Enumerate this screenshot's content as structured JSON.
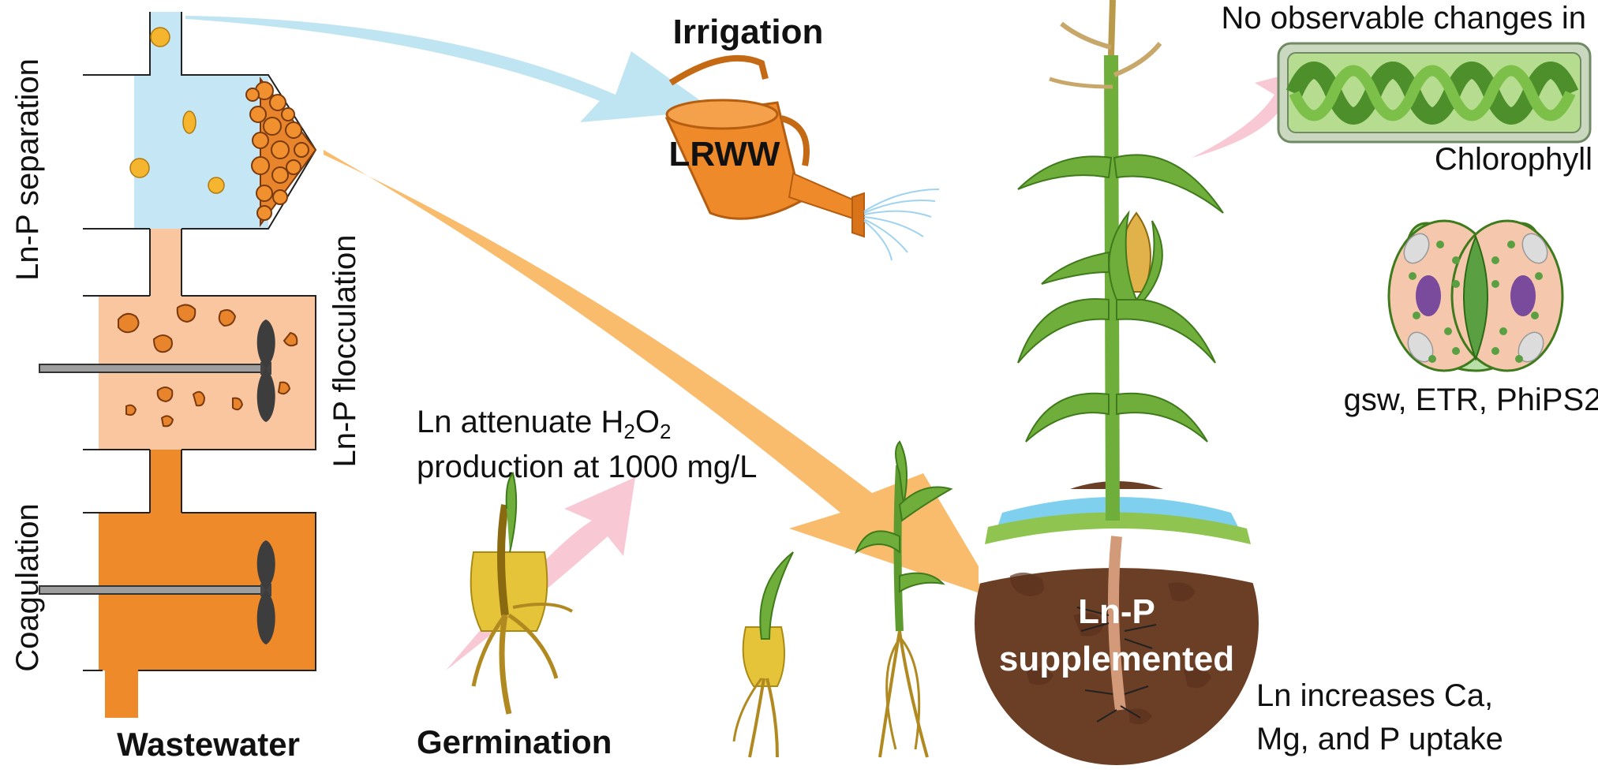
{
  "treatment": {
    "stages": {
      "separation": "Ln-P separation",
      "flocculation": "Ln-P flocculation",
      "coagulation": "Coagulation"
    },
    "source_label": "Wastewater"
  },
  "irrigation": {
    "title": "Irrigation",
    "can_label": "LRWW"
  },
  "germination": {
    "note_line1_prefix": "Ln attenuate H",
    "note_sub1": "2",
    "note_mid": "O",
    "note_sub2": "2",
    "note_line2": "production at 1000 mg/L",
    "title": "Germination"
  },
  "soil": {
    "line1": "Ln-P",
    "line2": "supplemented"
  },
  "observations": {
    "chlorophyll_header": "No observable changes in",
    "chlorophyll_label": "Chlorophyll",
    "stomata_label": "gsw, ETR, PhiPS2",
    "uptake_line1": "Ln increases Ca,",
    "uptake_line2": "Mg, and P uptake"
  },
  "colors": {
    "light_blue": "#c5e6f4",
    "peach": "#f9c6a0",
    "orange": "#ef8a2a",
    "soil_brown": "#6b3e26",
    "pink_arrow": "#f8c9d4",
    "orange_arrow": "#f9bb6c",
    "blue_arrow": "#bfe4f2",
    "leaf_green": "#6fae3a"
  }
}
